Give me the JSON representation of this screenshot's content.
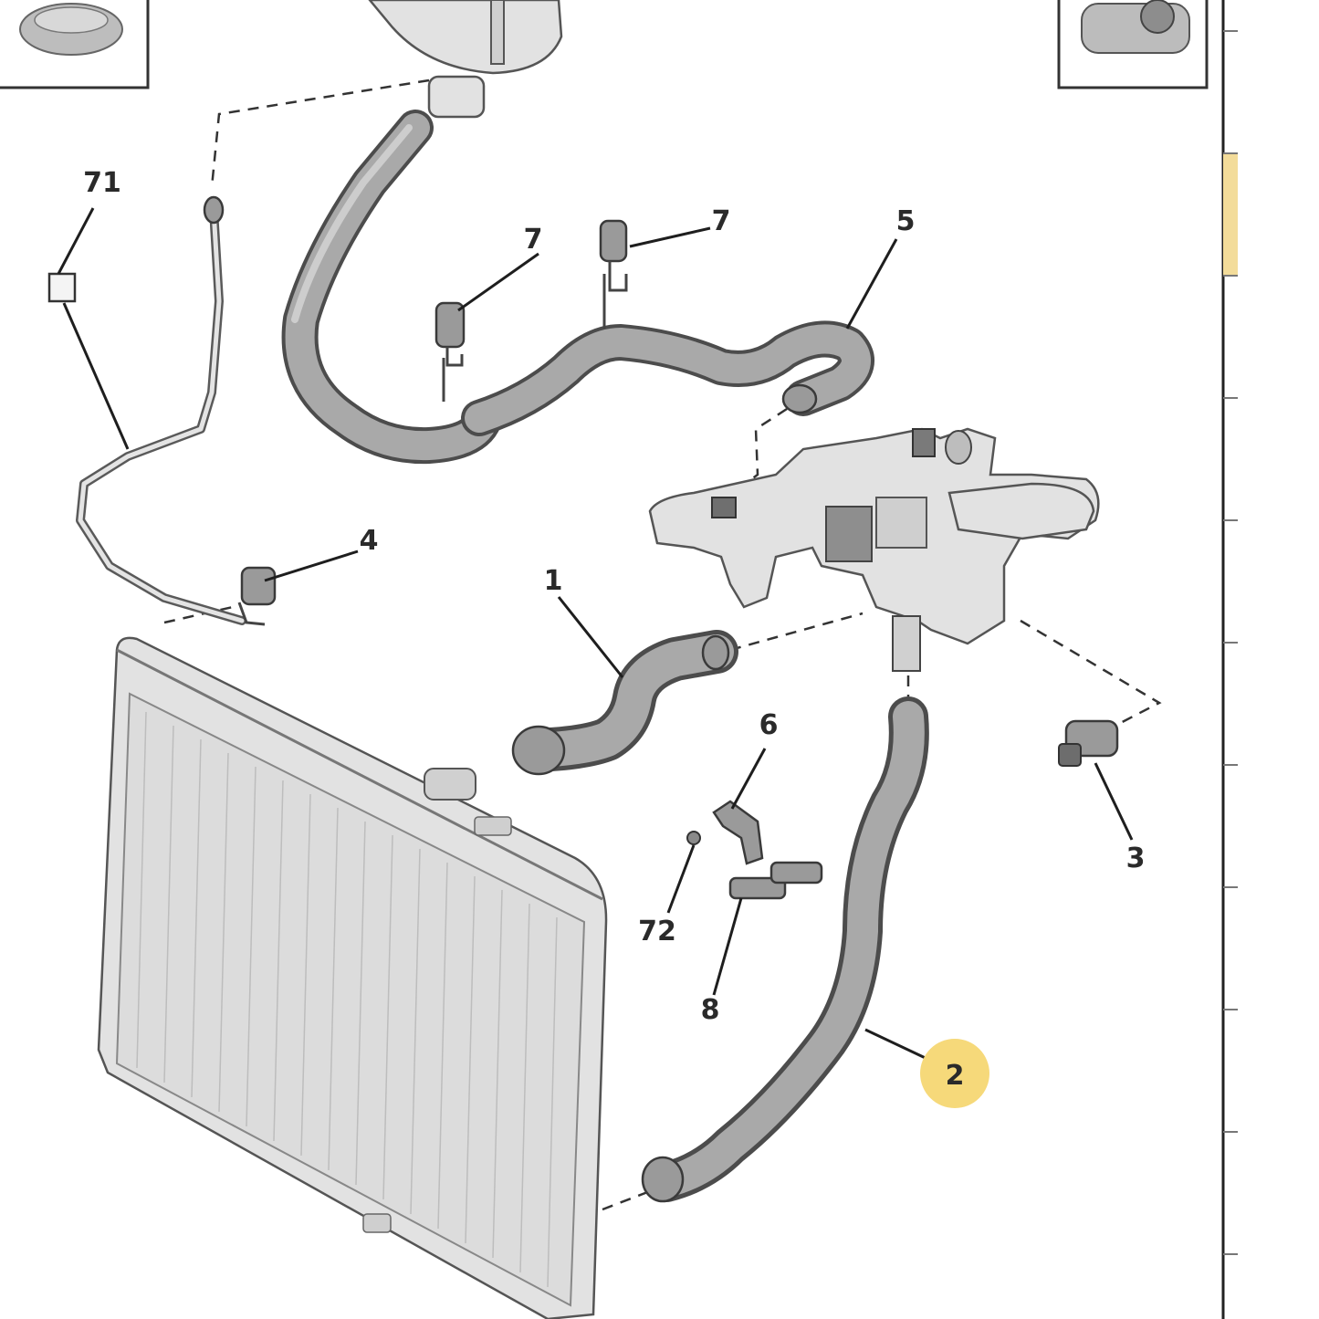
{
  "colors": {
    "highlight_circle": "#f6d97a",
    "hose": "#a9a9a9",
    "hose_outline": "#4c4c4c",
    "part_fill": "#e2e2e2",
    "background": "#ffffff"
  },
  "callouts": {
    "c71": "71",
    "c7a": "7",
    "c7b": "7",
    "c5": "5",
    "c4": "4",
    "c1": "1",
    "c6": "6",
    "c72": "72",
    "c8": "8",
    "c3": "3",
    "c2": "2"
  },
  "highlighted_callout": "2"
}
